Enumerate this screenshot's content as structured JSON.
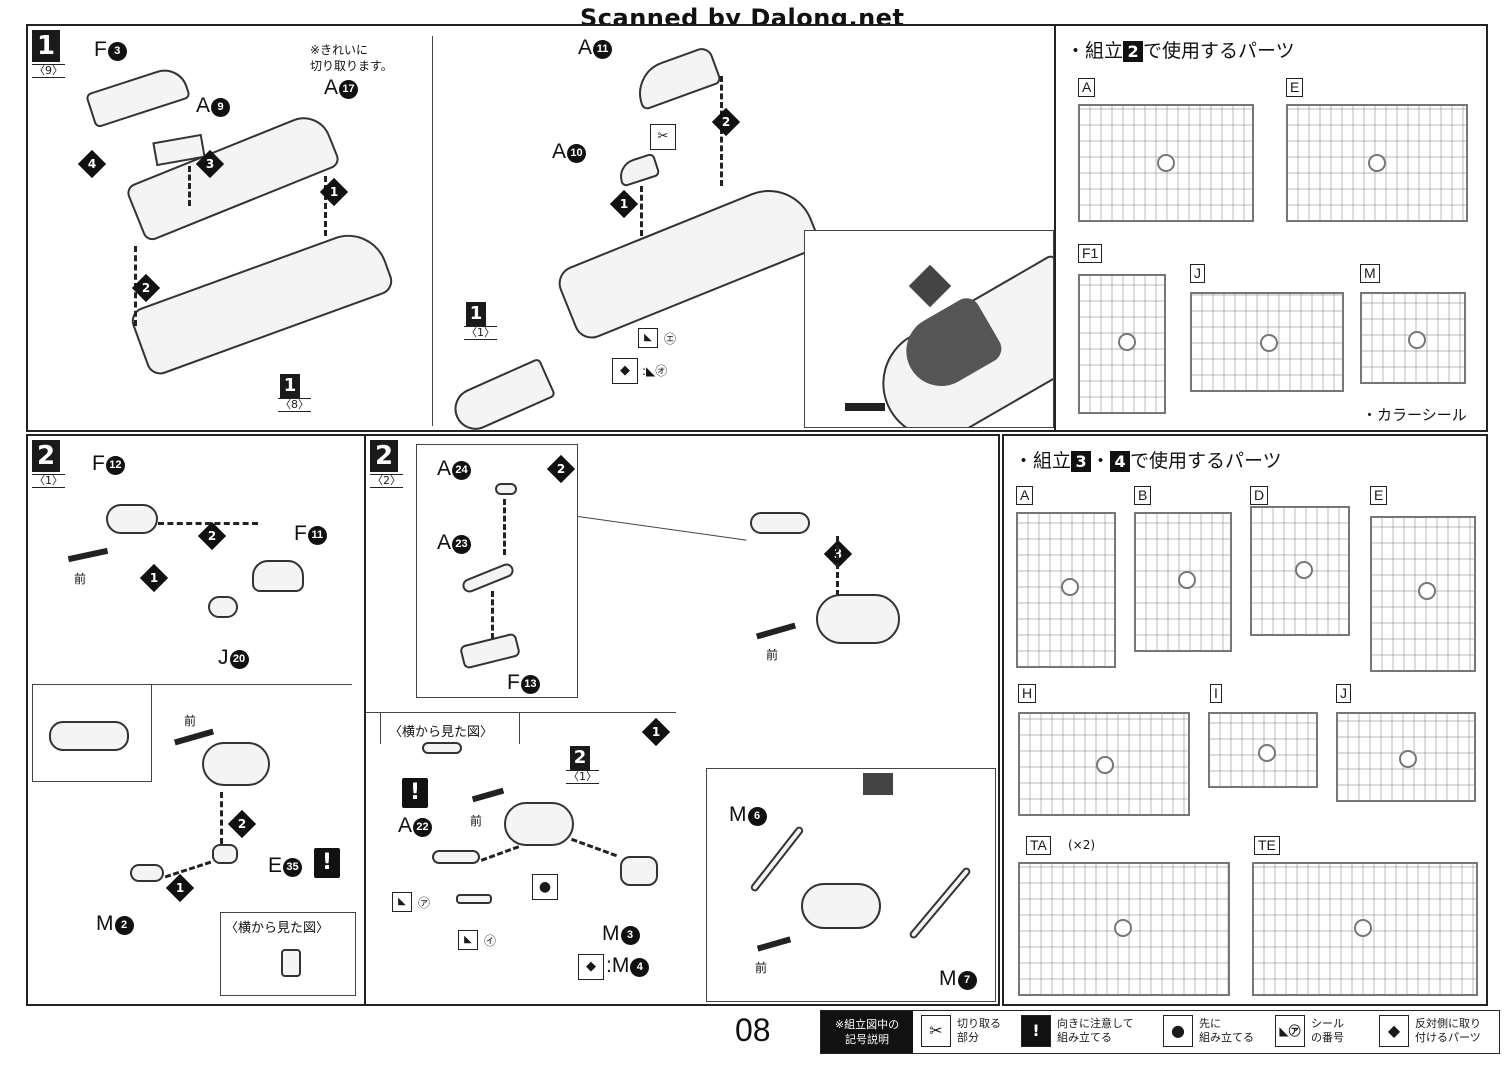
{
  "watermark": "Scanned by Dalong.net",
  "page_number": "08",
  "step1": {
    "num": "1",
    "sub": "〈9〉",
    "note": "※きれいに\n切り取ります。",
    "labels": {
      "f3": "F",
      "f3_n": "3",
      "a9": "A",
      "a9_n": "9",
      "a17": "A",
      "a17_n": "17",
      "a11": "A",
      "a11_n": "11",
      "a10": "A",
      "a10_n": "10"
    },
    "sub_ref1": {
      "num": "1",
      "sub": "〈8〉"
    },
    "sub_ref2": {
      "num": "1",
      "sub": "〈1〉"
    },
    "seal_e": "エ",
    "seal_o": "オ",
    "step_marks": [
      "1",
      "2",
      "3",
      "4"
    ]
  },
  "parts_2": {
    "title_pre": "・組立",
    "title_num": "2",
    "title_post": "で使用するパーツ",
    "sprues": [
      "A",
      "E",
      "F1",
      "J",
      "M"
    ],
    "color_seal": "・カラーシール"
  },
  "parts_34": {
    "title_pre": "・組立",
    "title_num1": "3",
    "title_dot": "・",
    "title_num2": "4",
    "title_post": "で使用するパーツ",
    "sprues": [
      "A",
      "B",
      "D",
      "E",
      "H",
      "I",
      "J",
      "TA",
      "TE"
    ],
    "ta_note": "(×2)"
  },
  "step2_1": {
    "num": "2",
    "sub": "〈1〉",
    "labels": {
      "f12": "F",
      "f12_n": "12",
      "f11": "F",
      "f11_n": "11",
      "j20": "J",
      "j20_n": "20",
      "e35": "E",
      "e35_n": "35",
      "m2": "M",
      "m2_n": "2"
    },
    "front": "前",
    "side_view": "〈横から見た図〉"
  },
  "step2_2": {
    "num": "2",
    "sub": "〈2〉",
    "labels": {
      "a24": "A",
      "a24_n": "24",
      "a23": "A",
      "a23_n": "23",
      "f13": "F",
      "f13_n": "13",
      "a22": "A",
      "a22_n": "22",
      "m3": "M",
      "m3_n": "3",
      "m4": "M",
      "m4_n": "4",
      "m6": "M",
      "m6_n": "6",
      "m7": "M",
      "m7_n": "7"
    },
    "front": "前",
    "side_view": "〈横から見た図〉",
    "seal_a": "ア",
    "seal_i": "イ",
    "ref": {
      "num": "2",
      "sub": "〈1〉"
    }
  },
  "legend": {
    "head": "※組立図中の\n記号説明",
    "items": [
      {
        "icon": "cut-icon",
        "text": "切り取る\n部分"
      },
      {
        "icon": "exclaim-icon",
        "text": "向きに注意して\n組み立てる"
      },
      {
        "icon": "first-icon",
        "text": "先に\n組み立てる"
      },
      {
        "icon": "seal-icon",
        "text": "シール\nの番号"
      },
      {
        "icon": "mirror-icon",
        "text": "反対側に取り\n付けるパーツ"
      }
    ]
  }
}
